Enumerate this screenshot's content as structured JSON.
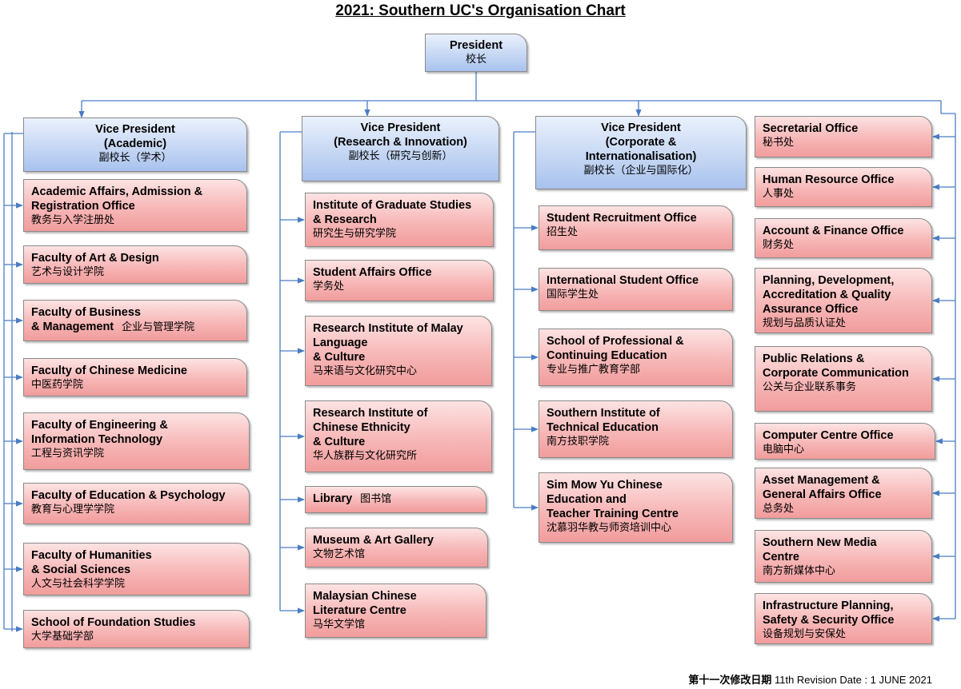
{
  "title": "2021: Southern UC's Organisation Chart",
  "president": {
    "en": "President",
    "zh": "校长"
  },
  "columns": [
    {
      "head": {
        "en": "Vice President\n(Academic)",
        "zh": "副校长（学术）"
      },
      "units": [
        {
          "en": "Academic Affairs, Admission &\nRegistration Office",
          "zh": "教务与入学注册处"
        },
        {
          "en": "Faculty of Art & Design",
          "zh": "艺术与设计学院"
        },
        {
          "en": "Faculty of Business\n& Management",
          "zh": "企业与管理学院",
          "inline": true
        },
        {
          "en": "Faculty of Chinese Medicine",
          "zh": "中医药学院"
        },
        {
          "en": "Faculty of Engineering &\nInformation Technology",
          "zh": "工程与资讯学院"
        },
        {
          "en": "Faculty of Education & Psychology",
          "zh": "教育与心理学学院"
        },
        {
          "en": "Faculty of Humanities\n& Social Sciences",
          "zh": "人文与社会科学学院"
        },
        {
          "en": "School of Foundation Studies",
          "zh": "大学基础学部"
        }
      ]
    },
    {
      "head": {
        "en": "Vice President\n(Research & Innovation)",
        "zh": "副校长（研究与创新）"
      },
      "units": [
        {
          "en": "Institute of Graduate Studies\n& Research",
          "zh": "研究生与研究学院"
        },
        {
          "en": "Student Affairs Office",
          "zh": "学务处"
        },
        {
          "en": "Research Institute of Malay\nLanguage\n& Culture",
          "zh": "马来语与文化研究中心"
        },
        {
          "en": "Research Institute of\nChinese Ethnicity\n& Culture",
          "zh": "华人族群与文化研究所"
        },
        {
          "en": "Library",
          "zh": "图书馆",
          "inline": true
        },
        {
          "en": "Museum & Art Gallery",
          "zh": "文物艺术馆"
        },
        {
          "en": "Malaysian Chinese\nLiterature Centre",
          "zh": "马华文学馆"
        }
      ]
    },
    {
      "head": {
        "en": "Vice President\n(Corporate &\nInternationalisation)",
        "zh": "副校长（企业与国际化）"
      },
      "units": [
        {
          "en": "Student Recruitment Office",
          "zh": "招生处"
        },
        {
          "en": "International Student Office",
          "zh": "国际学生处"
        },
        {
          "en": "School of Professional &\nContinuing Education",
          "zh": "专业与推广教育学部"
        },
        {
          "en": "Southern Institute of\nTechnical Education",
          "zh": "南方技职学院"
        },
        {
          "en": "Sim Mow Yu Chinese\nEducation and\nTeacher Training Centre",
          "zh": "沈慕羽华教与师资培训中心"
        }
      ]
    },
    {
      "units": [
        {
          "en": "Secretarial Office",
          "zh": "秘书处"
        },
        {
          "en": "Human Resource Office",
          "zh": "人事处"
        },
        {
          "en": "Account & Finance Office",
          "zh": "财务处"
        },
        {
          "en": "Planning, Development,\nAccreditation & Quality\nAssurance Office",
          "zh": "规划与品质认证处"
        },
        {
          "en": "Public Relations &\nCorporate Communication",
          "zh": "公关与企业联系事务"
        },
        {
          "en": "Computer Centre Office",
          "zh": "电脑中心"
        },
        {
          "en": "Asset Management &\nGeneral Affairs Office",
          "zh": "总务处"
        },
        {
          "en": "Southern New Media\nCentre",
          "zh": "南方新媒体中心"
        },
        {
          "en": "Infrastructure Planning,\nSafety & Security Office",
          "zh": "设备规划与安保处"
        }
      ]
    }
  ],
  "footer": {
    "zh": "第十一次修改日期",
    "en": "11th Revision Date : 1 JUNE 2021"
  },
  "colors": {
    "line": "#4a7cc4",
    "unit_fill": "#f7b7b7",
    "head_fill": "#c3d5f3"
  }
}
